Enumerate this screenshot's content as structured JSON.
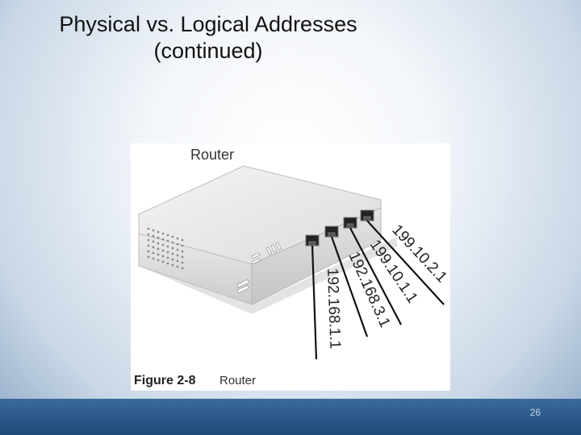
{
  "slide": {
    "title_line1": "Physical vs. Logical Addresses",
    "title_line2": "(continued)",
    "page_number": "26"
  },
  "figure": {
    "heading": "Router",
    "caption_label": "Figure 2-8",
    "caption_text": "Router",
    "addresses": [
      "199.10.2.1",
      "199.10.1.1",
      "192.168.3.1",
      "192.168.1.1"
    ]
  },
  "colors": {
    "footer": "#2a5a8c",
    "device": "#e6e6e6",
    "port": "#222222"
  }
}
